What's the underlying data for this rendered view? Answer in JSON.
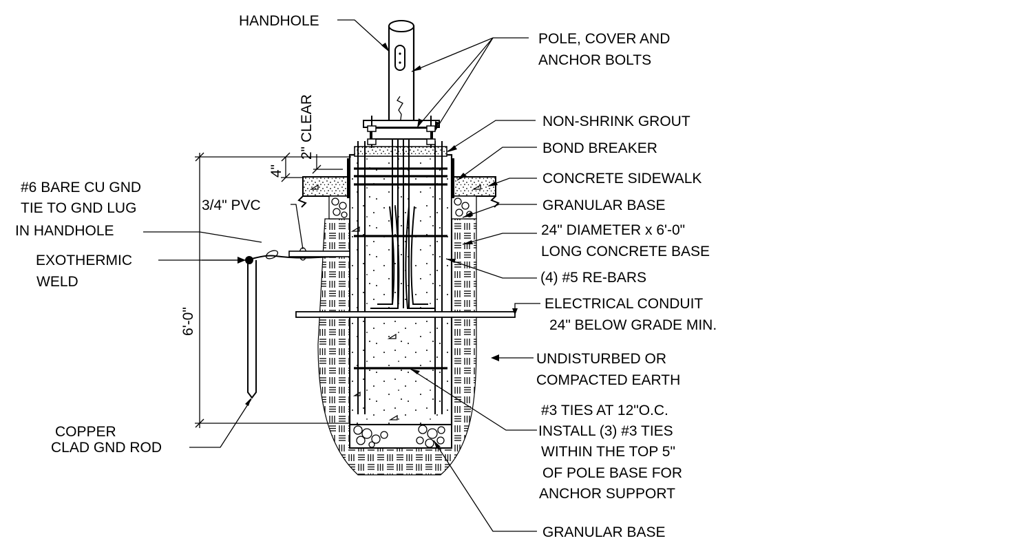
{
  "labels": {
    "handhole": "HANDHOLE",
    "pole_line1": "POLE, COVER AND",
    "pole_line2": "ANCHOR BOLTS",
    "grout": "NON-SHRINK GROUT",
    "bond_breaker": "BOND BREAKER",
    "sidewalk": "CONCRETE SIDEWALK",
    "granular_top": "GRANULAR BASE",
    "base_line1": "24\" DIAMETER x 6'-0\"",
    "base_line2": "LONG CONCRETE BASE",
    "rebars": "(4) #5 RE-BARS",
    "conduit_line1": "ELECTRICAL CONDUIT",
    "conduit_line2": "24\" BELOW GRADE MIN.",
    "earth_line1": "UNDISTURBED OR",
    "earth_line2": "COMPACTED EARTH",
    "ties_line1": "#3 TIES AT 12\"O.C.",
    "ties_line2": "INSTALL (3) #3 TIES",
    "ties_line3": "WITHIN THE TOP 5\"",
    "ties_line4": "OF POLE BASE FOR",
    "ties_line5": "ANCHOR SUPPORT",
    "granular_bottom": "GRANULAR BASE",
    "gnd_line1": "#6 BARE CU GND",
    "gnd_line2": "TIE TO GND LUG",
    "gnd_line3": "IN HANDHOLE",
    "pvc": "3/4\" PVC",
    "exo_line1": "EXOTHERMIC",
    "exo_line2": "WELD",
    "rod_line1": "COPPER",
    "rod_line2": "CLAD GND ROD",
    "clear": "2\" CLEAR",
    "dim_4": "4\"",
    "dim_6": "6'-0\""
  }
}
